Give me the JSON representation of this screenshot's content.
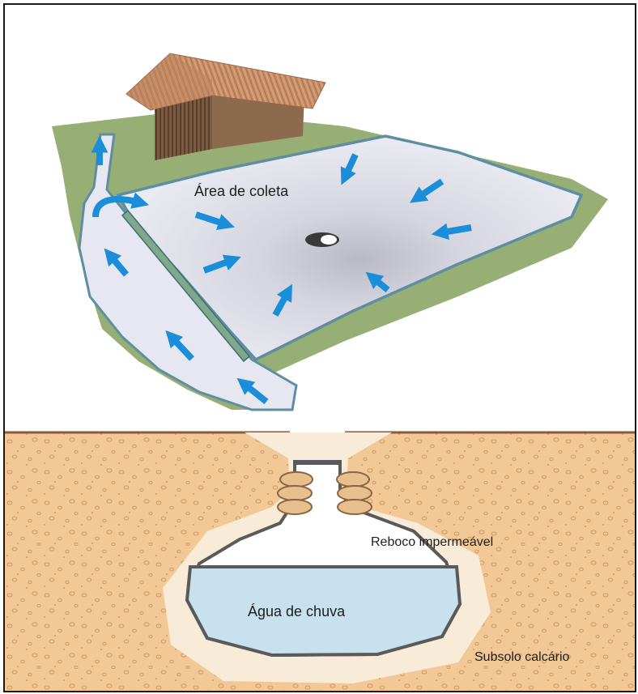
{
  "labels": {
    "collection_area": "Área de coleta",
    "plaster": "Reboco impermeável",
    "rainwater": "Água de chuva",
    "subsoil": "Subsolo calcário"
  },
  "colors": {
    "grass": "#97ae74",
    "collection_surface": "#e4e4ef",
    "channel_border": "#5f8ea2",
    "arrow": "#1a8ed8",
    "soil": "#f1c896",
    "soil_pebble": "#d9a46c",
    "cistern_lining": "#5a5a5a",
    "water": "#c7e2ee",
    "hut_roof": "#c99068",
    "hut_wall": "#6b4a34"
  },
  "icons": [
    "flow-arrow-icon",
    "hut-icon",
    "drain-hole-icon",
    "cistern-icon"
  ]
}
